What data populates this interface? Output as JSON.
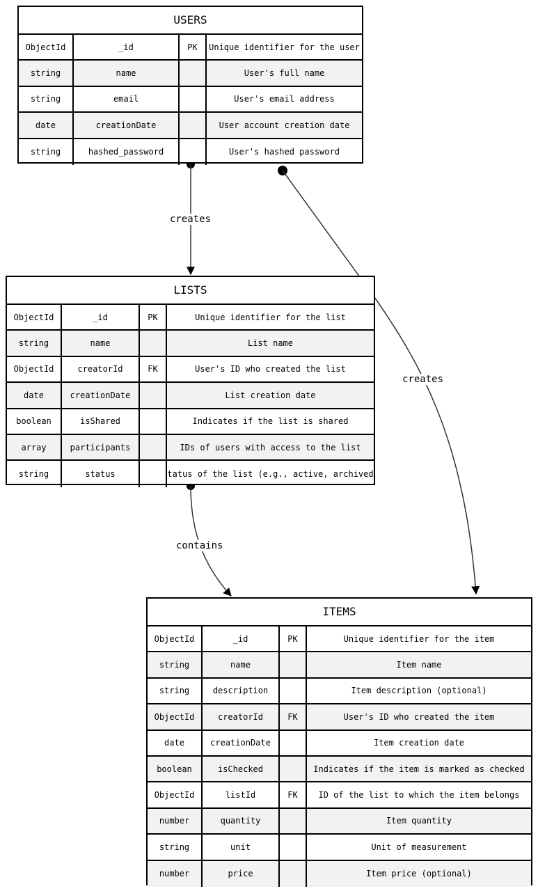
{
  "entities": {
    "users": {
      "title": "USERS",
      "rows": [
        {
          "type": "ObjectId",
          "name": "_id",
          "key": "PK",
          "desc": "Unique identifier for the user"
        },
        {
          "type": "string",
          "name": "name",
          "key": "",
          "desc": "User's full name"
        },
        {
          "type": "string",
          "name": "email",
          "key": "",
          "desc": "User's email address"
        },
        {
          "type": "date",
          "name": "creationDate",
          "key": "",
          "desc": "User account creation date"
        },
        {
          "type": "string",
          "name": "hashed_password",
          "key": "",
          "desc": "User's hashed password"
        }
      ]
    },
    "lists": {
      "title": "LISTS",
      "rows": [
        {
          "type": "ObjectId",
          "name": "_id",
          "key": "PK",
          "desc": "Unique identifier for the list"
        },
        {
          "type": "string",
          "name": "name",
          "key": "",
          "desc": "List name"
        },
        {
          "type": "ObjectId",
          "name": "creatorId",
          "key": "FK",
          "desc": "User's ID who created the list"
        },
        {
          "type": "date",
          "name": "creationDate",
          "key": "",
          "desc": "List creation date"
        },
        {
          "type": "boolean",
          "name": "isShared",
          "key": "",
          "desc": "Indicates if the list is shared"
        },
        {
          "type": "array",
          "name": "participants",
          "key": "",
          "desc": "IDs of users with access to the list"
        },
        {
          "type": "string",
          "name": "status",
          "key": "",
          "desc": "Status of the list (e.g., active, archived)"
        }
      ]
    },
    "items": {
      "title": "ITEMS",
      "rows": [
        {
          "type": "ObjectId",
          "name": "_id",
          "key": "PK",
          "desc": "Unique identifier for the item"
        },
        {
          "type": "string",
          "name": "name",
          "key": "",
          "desc": "Item name"
        },
        {
          "type": "string",
          "name": "description",
          "key": "",
          "desc": "Item description (optional)"
        },
        {
          "type": "ObjectId",
          "name": "creatorId",
          "key": "FK",
          "desc": "User's ID who created the item"
        },
        {
          "type": "date",
          "name": "creationDate",
          "key": "",
          "desc": "Item creation date"
        },
        {
          "type": "boolean",
          "name": "isChecked",
          "key": "",
          "desc": "Indicates if the item is marked as checked"
        },
        {
          "type": "ObjectId",
          "name": "listId",
          "key": "FK",
          "desc": "ID of the list to which the item belongs"
        },
        {
          "type": "number",
          "name": "quantity",
          "key": "",
          "desc": "Item quantity"
        },
        {
          "type": "string",
          "name": "unit",
          "key": "",
          "desc": "Unit of measurement"
        },
        {
          "type": "number",
          "name": "price",
          "key": "",
          "desc": "Item price (optional)"
        }
      ]
    }
  },
  "relationships": [
    {
      "id": "users-lists",
      "label": "creates"
    },
    {
      "id": "users-items",
      "label": "creates"
    },
    {
      "id": "lists-items",
      "label": "contains"
    }
  ]
}
